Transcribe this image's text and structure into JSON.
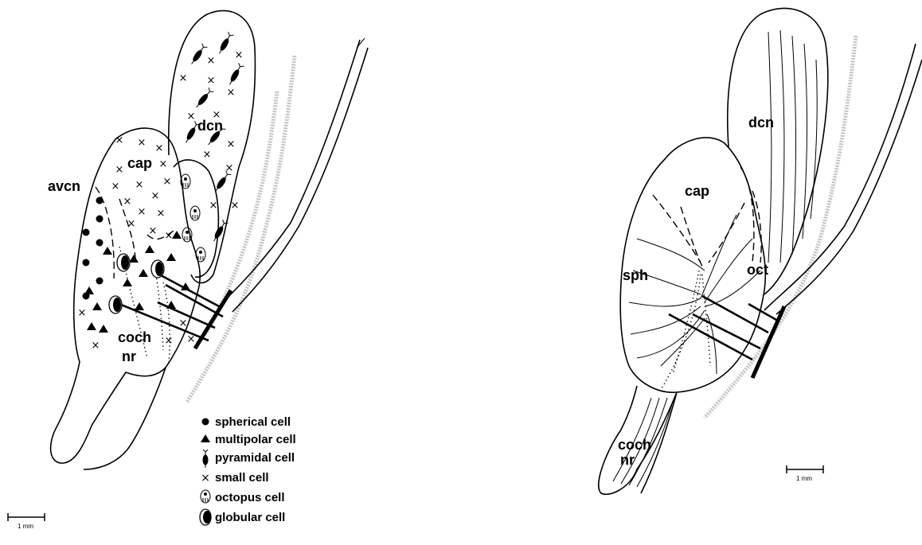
{
  "left_panel": {
    "labels": {
      "dcn": "dcn",
      "cap": "cap",
      "avcn": "avcn",
      "coch": "coch",
      "nr": "nr"
    },
    "legend": [
      {
        "icon": "spherical-cell-icon",
        "label": "spherical cell"
      },
      {
        "icon": "multipolar-cell-icon",
        "label": "multipolar cell"
      },
      {
        "icon": "pyramidal-cell-icon",
        "label": "pyramidal cell"
      },
      {
        "icon": "small-cell-icon",
        "label": "small cell"
      },
      {
        "icon": "octopus-cell-icon",
        "label": "octopus cell"
      },
      {
        "icon": "globular-cell-icon",
        "label": "globular cell"
      }
    ],
    "scale_bar": "1 mm"
  },
  "right_panel": {
    "labels": {
      "dcn": "dcn",
      "cap": "cap",
      "sph": "sph",
      "oct": "oct",
      "coch": "coch",
      "nr": "nr"
    },
    "scale_bar": "1 mm"
  },
  "colors": {
    "ink": "#000000",
    "nerve_shading": "#b5b5b5",
    "background": "#ffffff"
  }
}
